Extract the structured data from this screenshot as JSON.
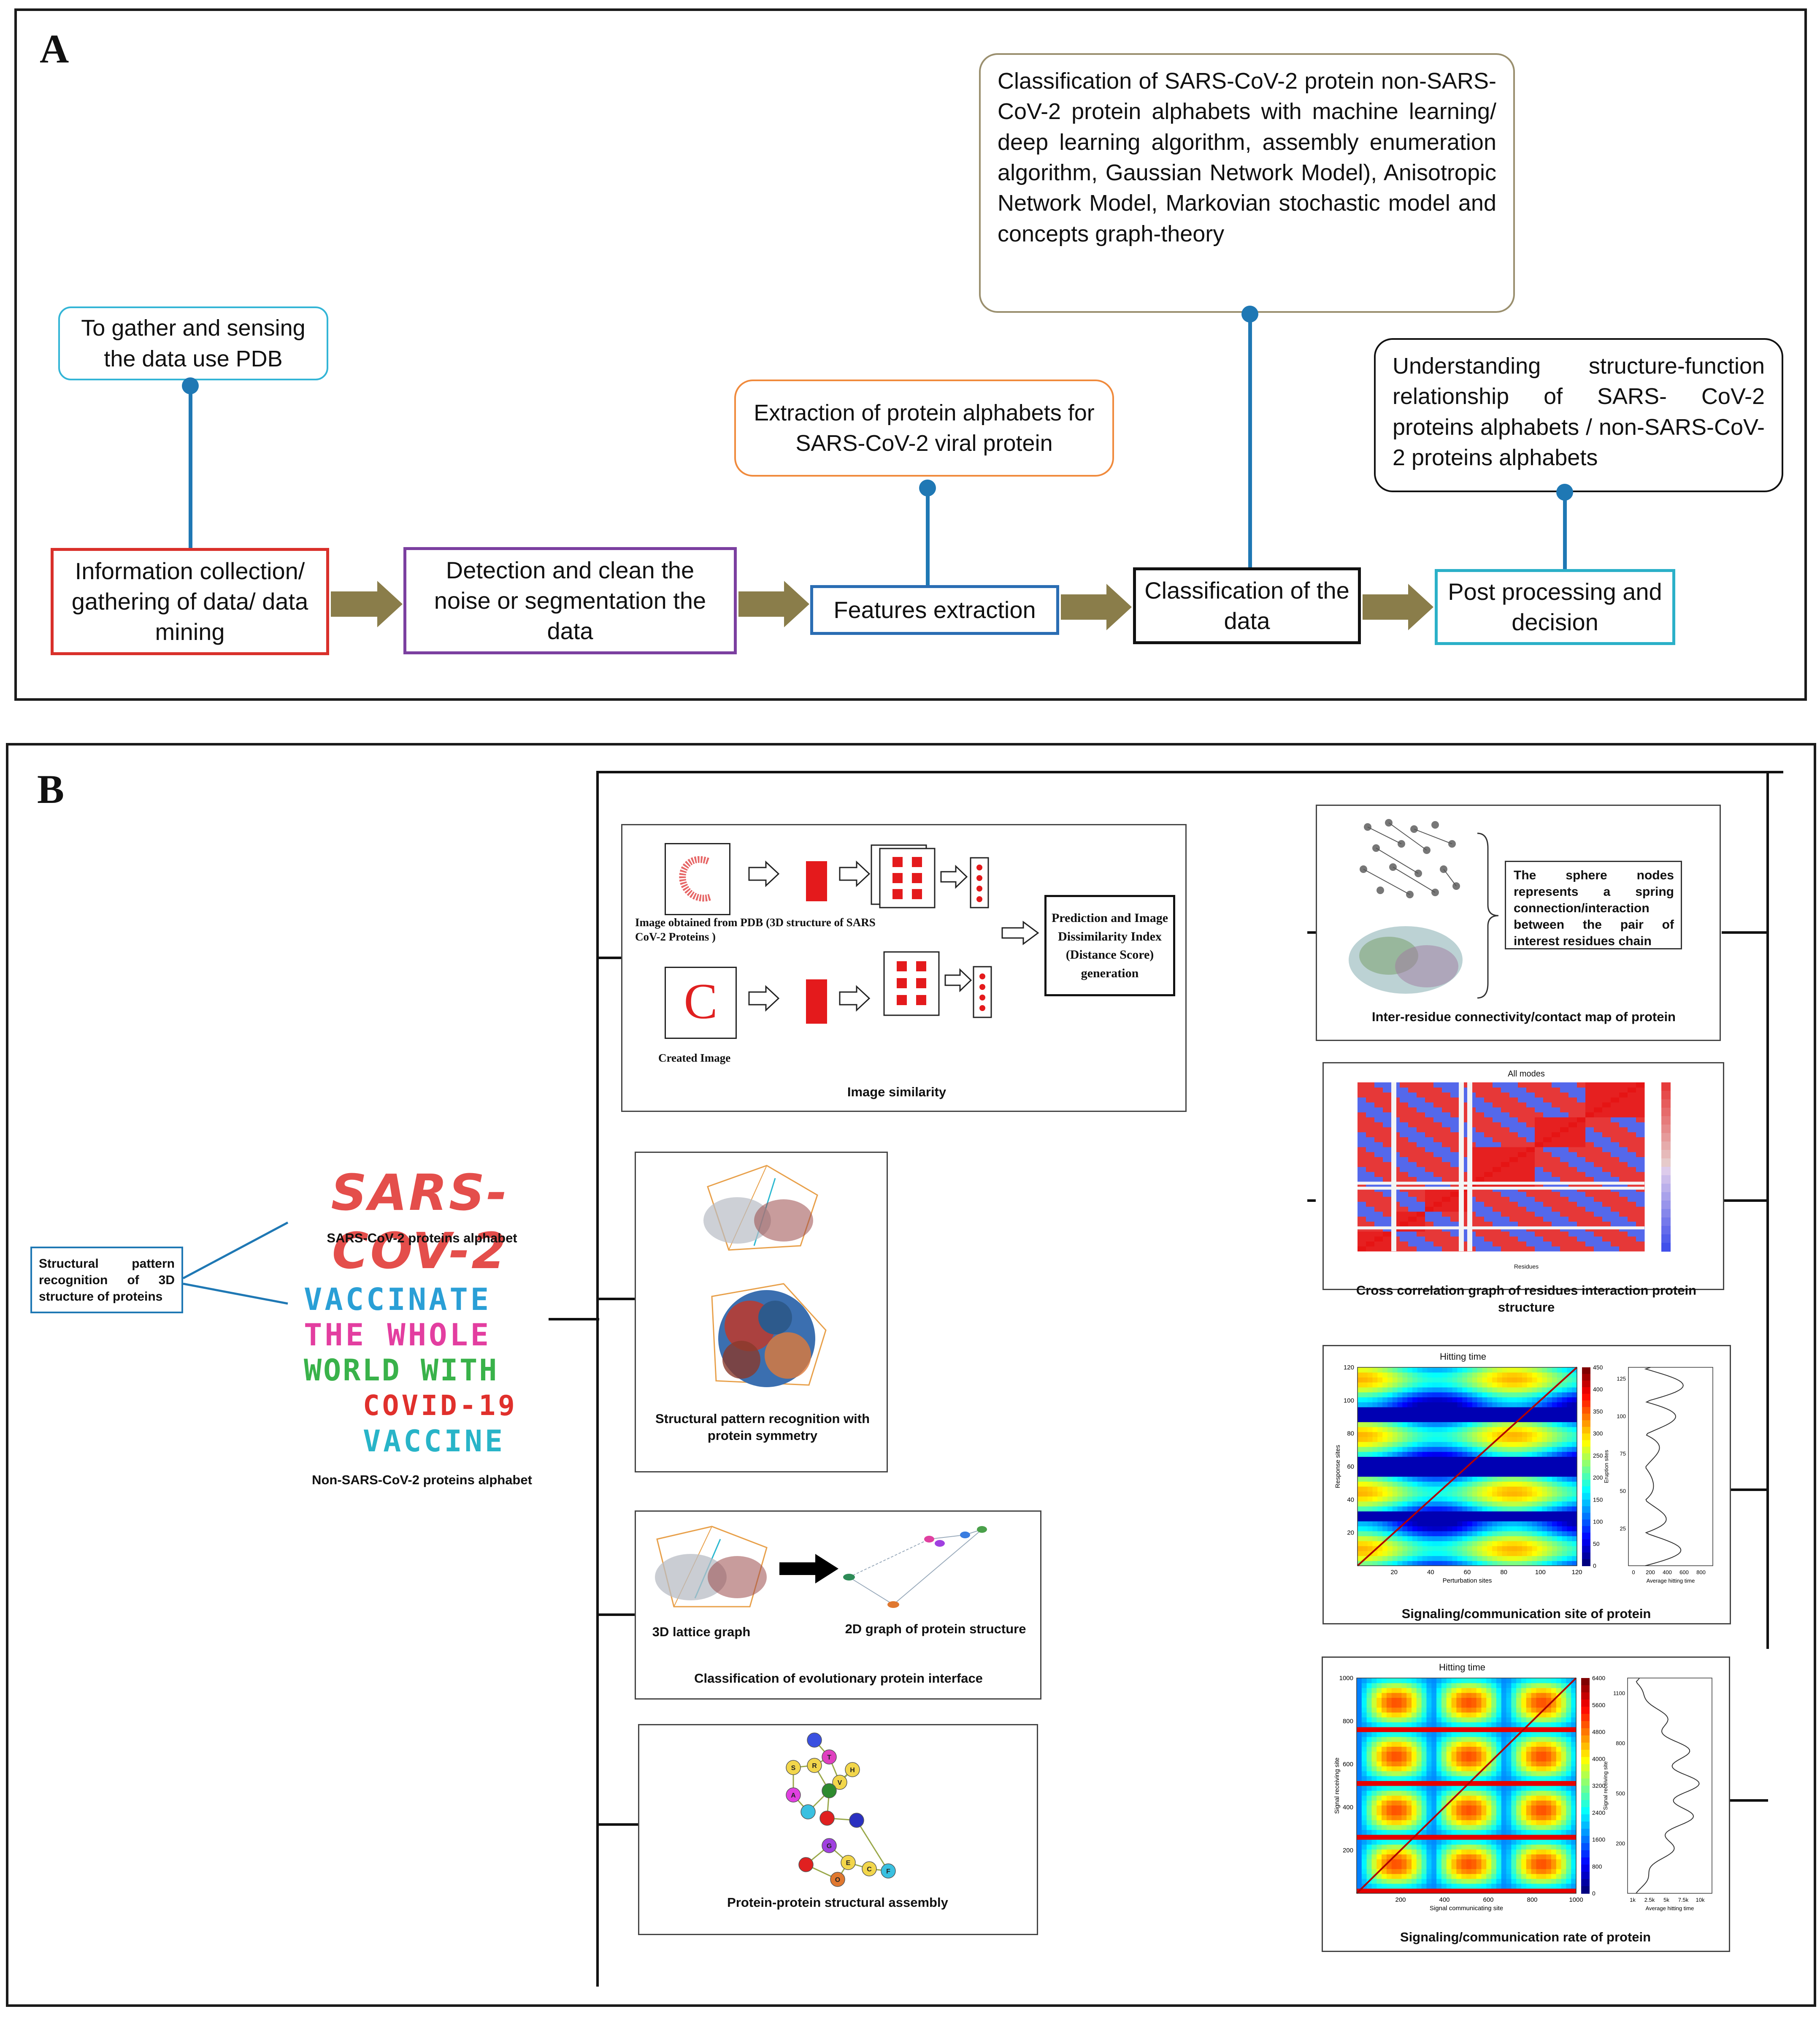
{
  "panel_a": {
    "letter": "A",
    "callouts": {
      "gather": "To gather and sensing the data use PDB",
      "extraction": "Extraction of protein alphabets for SARS-CoV-2 viral protein",
      "classification": "Classification of SARS-CoV-2 protein non-SARS-CoV-2 protein alphabets with machine learning/ deep learning algorithm, assembly enumeration algorithm, Gaussian Network Model), Anisotropic Network Model, Markovian stochastic model and concepts graph-theory",
      "understanding": "Understanding structure-function relationship of SARS- CoV-2 proteins alphabets / non-SARS-CoV-2 proteins alphabets"
    },
    "steps": [
      {
        "label": "Information collection/ gathering of data/ data mining",
        "color": "#d9302a"
      },
      {
        "label": "Detection and clean the noise or segmentation the data",
        "color": "#7b3fa0"
      },
      {
        "label": "Features extraction",
        "color": "#2a6db3"
      },
      {
        "label": "Classification of the data",
        "color": "#111111"
      },
      {
        "label": "Post processing and decision",
        "color": "#2bb0c8"
      }
    ],
    "callout_colors": {
      "gather": "#33b5d6",
      "extraction": "#f08a3c",
      "classification": "#9a8f6e",
      "understanding": "#111111"
    },
    "arrow_color": "#8a7d4a",
    "stem_color": "#1f78b4"
  },
  "panel_b": {
    "letter": "B",
    "left_box": "Structural pattern recognition of 3D structure of proteins",
    "sars_text": "SARS-COV-2",
    "sars_caption": "SARS-CoV-2 proteins alphabet",
    "non_sars_lines": [
      "VACCINATE",
      "THE WHOLE",
      "WORLD WITH",
      "COVID-19",
      "VACCINE"
    ],
    "non_sars_caption": "Non-SARS-CoV-2 proteins alphabet",
    "image_similarity": {
      "pdb_label": "Image obtained from PDB (3D structure of SARS CoV-2 Proteins )",
      "created_letter": "C",
      "created_label": "Created Image",
      "prediction": "Prediction and Image Dissimilarity Index (Distance Score) generation",
      "caption": "Image similarity"
    },
    "symmetry_caption": "Structural pattern recognition with protein symmetry",
    "evolutionary": {
      "lattice_label": "3D lattice graph",
      "graph_label": "2D graph of protein structure",
      "caption": "Classification of evolutionary protein interface"
    },
    "assembly_caption": "Protein-protein structural assembly",
    "assembly_nodes": [
      "S",
      "A",
      "R",
      "T",
      "H",
      "V",
      "E",
      "C",
      "F",
      "O",
      "G"
    ],
    "contact": {
      "note": "The sphere nodes represents a spring connection/interaction between the pair of interest residues chain",
      "caption": "Inter-residue connectivity/contact map of protein"
    },
    "cross_corr": {
      "title": "All modes",
      "xlabel": "Residues",
      "caption": "Cross correlation graph of residues interaction protein structure"
    },
    "signaling_site": {
      "title": "Hitting time",
      "xlabel": "Perturbation sites",
      "ylabel": "Response sites",
      "side_xlabel": "Average hitting time",
      "side_ylabel": "Eruption sites",
      "x_ticks": [
        "20",
        "40",
        "60",
        "80",
        "100",
        "120"
      ],
      "y_ticks": [
        "20",
        "40",
        "60",
        "80",
        "100",
        "120"
      ],
      "cbar_ticks": [
        "0",
        "50",
        "100",
        "150",
        "200",
        "250",
        "300",
        "350",
        "400",
        "450"
      ],
      "side_x_ticks": [
        "0",
        "200",
        "400",
        "600",
        "800"
      ],
      "side_y_ticks": [
        "25",
        "50",
        "75",
        "100",
        "125"
      ],
      "caption": "Signaling/communication site of protein"
    },
    "signaling_rate": {
      "title": "Hitting time",
      "xlabel": "Signal communicating site",
      "ylabel": "Signal receiving site",
      "side_xlabel": "Average hitting time",
      "side_ylabel": "Signal receiving site",
      "x_ticks": [
        "200",
        "400",
        "600",
        "800",
        "1000"
      ],
      "y_ticks": [
        "200",
        "400",
        "600",
        "800",
        "1000"
      ],
      "cbar_ticks": [
        "0",
        "800",
        "1600",
        "2400",
        "3200",
        "4000",
        "4800",
        "5600",
        "6400"
      ],
      "side_x_ticks": [
        "1k",
        "2.5k",
        "5k",
        "7.5k",
        "10k"
      ],
      "side_y_ticks": [
        "200",
        "500",
        "800",
        "1100"
      ],
      "caption": "Signaling/communication rate of protein"
    }
  }
}
